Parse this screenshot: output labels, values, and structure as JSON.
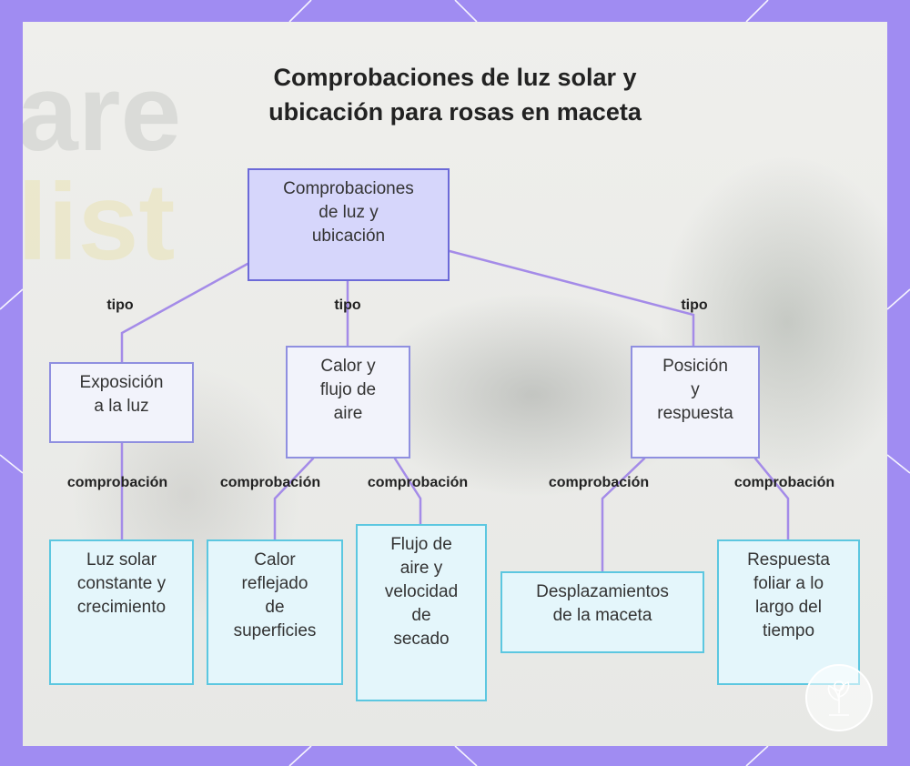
{
  "title_lines": [
    "Comprobaciones de luz solar y",
    "ubicación para rosas en maceta"
  ],
  "root": {
    "lines": [
      "Comprobaciones",
      "de luz y",
      "ubicación"
    ]
  },
  "categories": [
    {
      "lines": [
        "Exposición",
        "a la luz"
      ],
      "edge_label": "tipo"
    },
    {
      "lines": [
        "Calor y",
        "flujo de",
        "aire"
      ],
      "edge_label": "tipo"
    },
    {
      "lines": [
        "Posición",
        "y",
        "respuesta"
      ],
      "edge_label": "tipo"
    }
  ],
  "checks": [
    {
      "lines": [
        "Luz solar",
        "constante y",
        "crecimiento"
      ],
      "edge_label": "comprobación"
    },
    {
      "lines": [
        "Calor",
        "reflejado",
        "de",
        "superficies"
      ],
      "edge_label": "comprobación"
    },
    {
      "lines": [
        "Flujo de",
        "aire y",
        "velocidad",
        "de",
        "secado"
      ],
      "edge_label": "comprobación"
    },
    {
      "lines": [
        "Desplazamientos",
        "de la maceta"
      ],
      "edge_label": "comprobación"
    },
    {
      "lines": [
        "Respuesta",
        "foliar a lo",
        "largo del",
        "tiempo"
      ],
      "edge_label": "comprobación"
    }
  ],
  "colors": {
    "frame": "#a08cf2",
    "edge": "#a48be8",
    "root_fill": "#d6d6fb",
    "root_border": "#6c6ad8",
    "mid_fill": "#f2f3fb",
    "mid_border": "#8f8fe0",
    "leaf_fill": "#e4f6fb",
    "leaf_border": "#5cc7e0"
  }
}
